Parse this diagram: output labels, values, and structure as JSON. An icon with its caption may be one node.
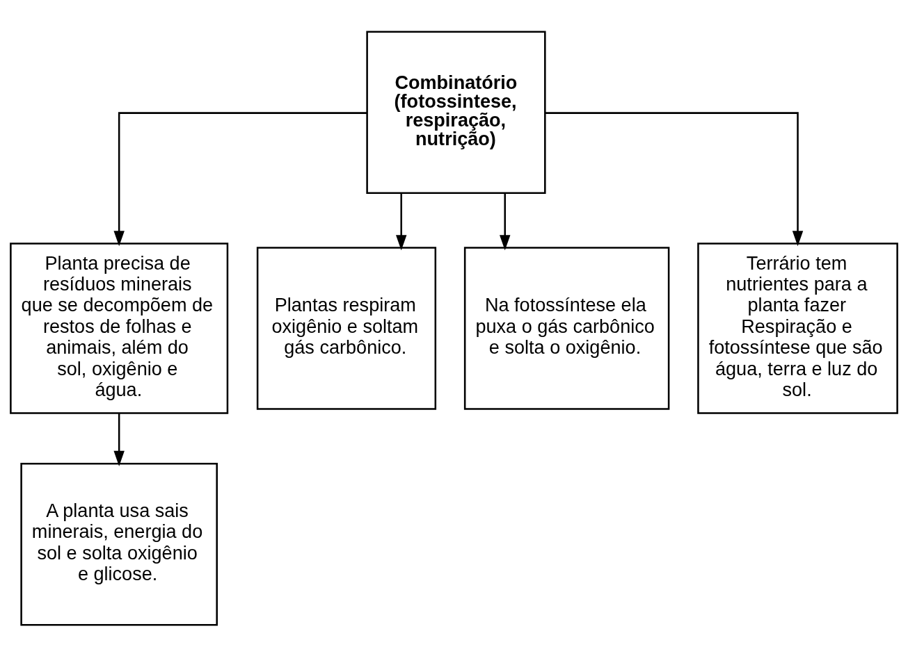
{
  "diagram": {
    "nodes": [
      {
        "text": [
          "Combinatório (fotossintese, respiração, nutrição)"
        ]
      },
      {
        "text": [
          "Planta precisa de resíduos minerais que se decompõem de restos de folhas e animais, além do sol, oxigênio e água."
        ]
      },
      {
        "text": [
          "Plantas respiram oxigênio e soltam gás carbônico."
        ]
      },
      {
        "text": [
          "Na fotossíntese ela puxa o gás carbônico e solta o oxigênio."
        ]
      },
      {
        "text": [
          "Terrário tem nutrientes para a planta fazer Respiração e fotossíntese que são água, terra e luz do sol."
        ]
      },
      {
        "text": [
          "A planta usa sais minerais, energia do sol e solta oxigênio e glicose."
        ]
      }
    ],
    "edges": [
      {
        "from": 0,
        "to": 1,
        "arrow": "to"
      },
      {
        "from": 0,
        "to": 2,
        "arrow": "to"
      },
      {
        "from": 0,
        "to": 3,
        "arrow": "to"
      },
      {
        "from": 0,
        "to": 4,
        "arrow": "to"
      },
      {
        "from": 1,
        "to": 5,
        "arrow": "to"
      }
    ]
  }
}
